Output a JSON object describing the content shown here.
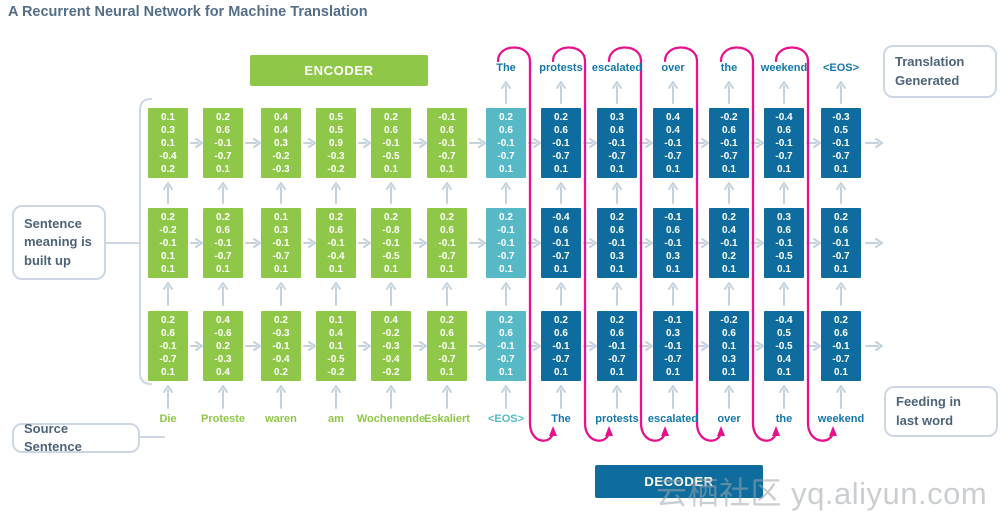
{
  "title": "A Recurrent Neural Network for Machine Translation",
  "encoder_label": "ENCODER",
  "decoder_label": "DECODER",
  "callouts": {
    "sentence_meaning": "Sentence meaning is built up",
    "source_sentence": "Source Sentence",
    "translation_generated": "Translation Generated",
    "feeding_last_word": "Feeding in last word"
  },
  "watermark": "云栖社区 yq.aliyun.com",
  "colors": {
    "encoder_green": "#8fc748",
    "bridge_teal": "#58b9c6",
    "decoder_blue": "#0e6d9e",
    "feedback_pink": "#e8118c",
    "arrow_gray": "#c3d2dc",
    "word_blue": "#1377a9",
    "callout_text": "#4d6379",
    "callout_border": "#ccd7e3",
    "title_slate": "#546e88"
  },
  "columns": [
    {
      "role": "encoder",
      "bottom_word": "Die",
      "vectors": {
        "top": [
          "0.1",
          "0.3",
          "0.1",
          "-0.4",
          "0.2"
        ],
        "middle": [
          "0.2",
          "-0.2",
          "-0.1",
          "0.1",
          "0.1"
        ],
        "bottom": [
          "0.2",
          "0.6",
          "-0.1",
          "-0.7",
          "0.1"
        ]
      }
    },
    {
      "role": "encoder",
      "bottom_word": "Proteste",
      "vectors": {
        "top": [
          "0.2",
          "0.6",
          "-0.1",
          "-0.7",
          "0.1"
        ],
        "middle": [
          "0.2",
          "0.6",
          "-0.1",
          "-0.7",
          "0.1"
        ],
        "bottom": [
          "0.4",
          "-0.6",
          "0.2",
          "-0.3",
          "0.4"
        ]
      }
    },
    {
      "role": "encoder",
      "bottom_word": "waren",
      "vectors": {
        "top": [
          "0.4",
          "0.4",
          "0.3",
          "-0.2",
          "-0.3"
        ],
        "middle": [
          "0.1",
          "0.3",
          "-0.1",
          "-0.7",
          "0.1"
        ],
        "bottom": [
          "0.2",
          "-0.3",
          "-0.1",
          "-0.4",
          "0.2"
        ]
      }
    },
    {
      "role": "encoder",
      "bottom_word": "am",
      "vectors": {
        "top": [
          "0.5",
          "0.5",
          "0.9",
          "-0.3",
          "-0.2"
        ],
        "middle": [
          "0.2",
          "0.6",
          "-0.1",
          "-0.4",
          "0.1"
        ],
        "bottom": [
          "0.1",
          "0.4",
          "0.1",
          "-0.5",
          "-0.2"
        ]
      }
    },
    {
      "role": "encoder",
      "bottom_word": "Wochenende",
      "vectors": {
        "top": [
          "0.2",
          "0.6",
          "-0.1",
          "-0.5",
          "0.1"
        ],
        "middle": [
          "0.2",
          "-0.8",
          "-0.1",
          "-0.5",
          "0.1"
        ],
        "bottom": [
          "0.4",
          "-0.2",
          "-0.3",
          "-0.4",
          "-0.2"
        ]
      }
    },
    {
      "role": "encoder",
      "bottom_word": "Eskaliert",
      "vectors": {
        "top": [
          "-0.1",
          "0.6",
          "-0.1",
          "-0.7",
          "0.1"
        ],
        "middle": [
          "0.2",
          "0.6",
          "-0.1",
          "-0.7",
          "0.1"
        ],
        "bottom": [
          "0.2",
          "0.6",
          "-0.1",
          "-0.7",
          "0.1"
        ]
      }
    },
    {
      "role": "bridge",
      "bottom_word": "<EOS>",
      "top_word": "The",
      "vectors": {
        "top": [
          "0.2",
          "0.6",
          "-0.1",
          "-0.7",
          "0.1"
        ],
        "middle": [
          "0.2",
          "-0.1",
          "-0.1",
          "-0.7",
          "0.1"
        ],
        "bottom": [
          "0.2",
          "0.6",
          "-0.1",
          "-0.7",
          "0.1"
        ]
      }
    },
    {
      "role": "decoder",
      "bottom_word": "The",
      "top_word": "protests",
      "vectors": {
        "top": [
          "0.2",
          "0.6",
          "-0.1",
          "-0.7",
          "0.1"
        ],
        "middle": [
          "-0.4",
          "0.6",
          "-0.1",
          "-0.7",
          "0.1"
        ],
        "bottom": [
          "0.2",
          "0.6",
          "-0.1",
          "-0.7",
          "0.1"
        ]
      }
    },
    {
      "role": "decoder",
      "bottom_word": "protests",
      "top_word": "escalated",
      "vectors": {
        "top": [
          "0.3",
          "0.6",
          "-0.1",
          "-0.7",
          "0.1"
        ],
        "middle": [
          "0.2",
          "0.6",
          "-0.1",
          "0.3",
          "0.1"
        ],
        "bottom": [
          "0.2",
          "0.6",
          "-0.1",
          "-0.7",
          "0.1"
        ]
      }
    },
    {
      "role": "decoder",
      "bottom_word": "escalated",
      "top_word": "over",
      "vectors": {
        "top": [
          "0.4",
          "0.4",
          "-0.1",
          "-0.7",
          "0.1"
        ],
        "middle": [
          "-0.1",
          "0.6",
          "-0.1",
          "0.3",
          "0.1"
        ],
        "bottom": [
          "-0.1",
          "0.3",
          "-0.1",
          "-0.7",
          "0.1"
        ]
      }
    },
    {
      "role": "decoder",
      "bottom_word": "over",
      "top_word": "the",
      "vectors": {
        "top": [
          "-0.2",
          "0.6",
          "-0.1",
          "-0.7",
          "0.1"
        ],
        "middle": [
          "0.2",
          "0.4",
          "-0.1",
          "0.2",
          "0.1"
        ],
        "bottom": [
          "-0.2",
          "0.6",
          "0.1",
          "0.3",
          "0.1"
        ]
      }
    },
    {
      "role": "decoder",
      "bottom_word": "the",
      "top_word": "weekend",
      "vectors": {
        "top": [
          "-0.4",
          "0.6",
          "-0.1",
          "-0.7",
          "0.1"
        ],
        "middle": [
          "0.3",
          "0.6",
          "-0.1",
          "-0.5",
          "0.1"
        ],
        "bottom": [
          "-0.4",
          "0.5",
          "-0.5",
          "0.4",
          "0.1"
        ]
      }
    },
    {
      "role": "decoder",
      "bottom_word": "weekend",
      "top_word": "<EOS>",
      "vectors": {
        "top": [
          "-0.3",
          "0.5",
          "-0.1",
          "-0.7",
          "0.1"
        ],
        "middle": [
          "0.2",
          "0.6",
          "-0.1",
          "-0.7",
          "0.1"
        ],
        "bottom": [
          "0.2",
          "0.6",
          "-0.1",
          "-0.7",
          "0.1"
        ]
      }
    }
  ]
}
